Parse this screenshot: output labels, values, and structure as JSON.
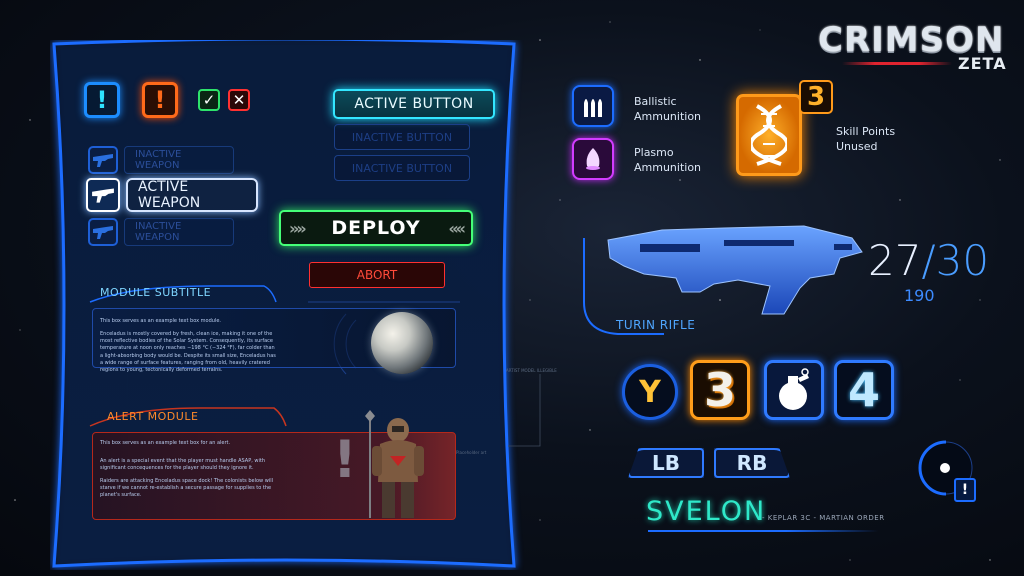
{
  "logo": {
    "title": "CRIMSON",
    "subtitle": "ZETA"
  },
  "icons": {
    "alert_blue": "!",
    "alert_orange": "!",
    "check": "✓",
    "cross": "✕"
  },
  "weapons": [
    {
      "label": "INACTIVE WEAPON",
      "state": "inactive"
    },
    {
      "label": "ACTIVE WEAPON",
      "state": "active"
    },
    {
      "label": "INACTIVE WEAPON",
      "state": "inactive"
    }
  ],
  "buttons": {
    "active": "ACTIVE BUTTON",
    "inactive_1": "INACTIVE BUTTON",
    "inactive_2": "INACTIVE BUTTON",
    "deploy": "DEPLOY",
    "deploy_left": "»»",
    "deploy_right": "««",
    "abort": "ABORT"
  },
  "module": {
    "subtitle": "MODULE SUBTITLE",
    "text_1": "This box serves as an example text box module.",
    "text_2": "Enceladus is mostly covered by fresh, clean ice, making it one of the most reflective bodies of the Solar System. Consequently, its surface temperature at noon only reaches −198 °C (−324 °F), far colder than a light-absorbing body would be. Despite its small size, Enceladus has a wide range of surface features, ranging from old, heavily cratered regions to young, tectonically deformed terrains."
  },
  "alert": {
    "title": "ALERT MODULE",
    "mark": "!",
    "text_1": "This box serves as an example text box for an alert.",
    "text_2": "An alert is a special event that the player must handle ASAP, with significant concequences for the player should they ignore it.",
    "text_3": "Raiders are attacking Enceladus space dock! The colonists below will starve if we cannot re-establish a secure passage for supplies to the planet's surface."
  },
  "annotations": {
    "artist_model": "ARTIST MODEL ILLEGIBLE",
    "placeholder": "Placeholder art"
  },
  "ammo": {
    "ballistic": "Ballistic Ammunition",
    "plasma": "Plasmo Ammunition"
  },
  "skill_points": {
    "count": "3",
    "label": "Skill Points Unused"
  },
  "rifle": {
    "name": "TURIN RIFLE"
  },
  "ammo_count": {
    "current": "27",
    "slash": "/",
    "clip": "30",
    "reserve": "190"
  },
  "keys": {
    "y": "Y",
    "count_1": "3",
    "count_2": "4",
    "lb": "LB",
    "rb": "RB"
  },
  "player": {
    "name": "SVELON",
    "tag": "- KEPLAR 3C - MARTIAN ORDER"
  },
  "radar": {
    "alert": "!"
  },
  "colors": {
    "primary_blue": "#1c6cff",
    "cyan": "#33e6ff",
    "green": "#45ff78",
    "orange": "#ff9a1a",
    "red": "#ff3030",
    "purple": "#d23cff",
    "teal": "#2fe8c9"
  }
}
